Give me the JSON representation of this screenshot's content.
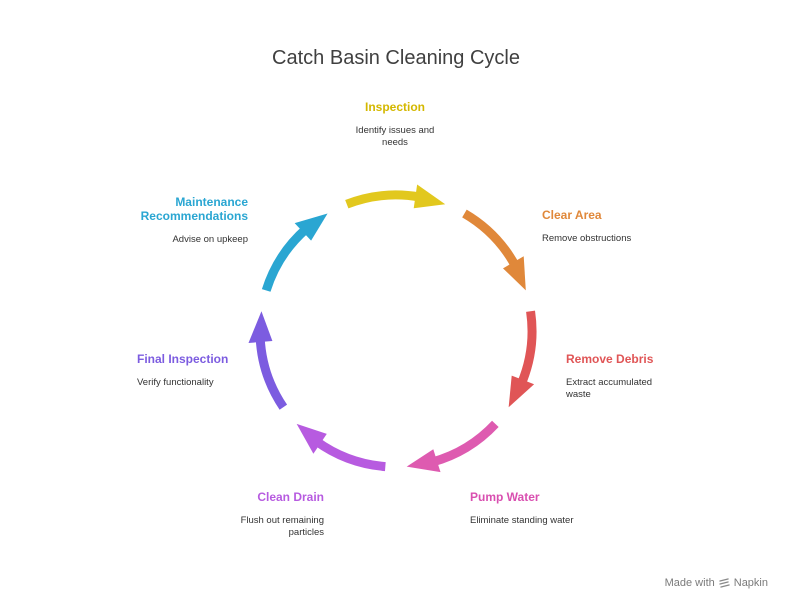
{
  "title": "Catch Basin Cleaning Cycle",
  "steps": [
    {
      "title": "Inspection",
      "desc": "Identify issues and needs",
      "color": "#E2C81E"
    },
    {
      "title": "Clear Area",
      "desc": "Remove obstructions",
      "color": "#E0883A"
    },
    {
      "title": "Remove Debris",
      "desc": "Extract accumulated waste",
      "color": "#E05556"
    },
    {
      "title": "Pump Water",
      "desc": "Eliminate standing water",
      "color": "#DE5BB0"
    },
    {
      "title": "Clean Drain",
      "desc": "Flush out remaining particles",
      "color": "#B75BE0"
    },
    {
      "title": "Final Inspection",
      "desc": "Verify functionality",
      "color": "#7C5CE0"
    },
    {
      "title": "Maintenance Recommendations",
      "desc": "Advise on upkeep",
      "color": "#2AA6D2"
    }
  ],
  "footer": {
    "made_with": "Made with",
    "brand": "Napkin",
    "icon": "napkin-logo-icon"
  }
}
